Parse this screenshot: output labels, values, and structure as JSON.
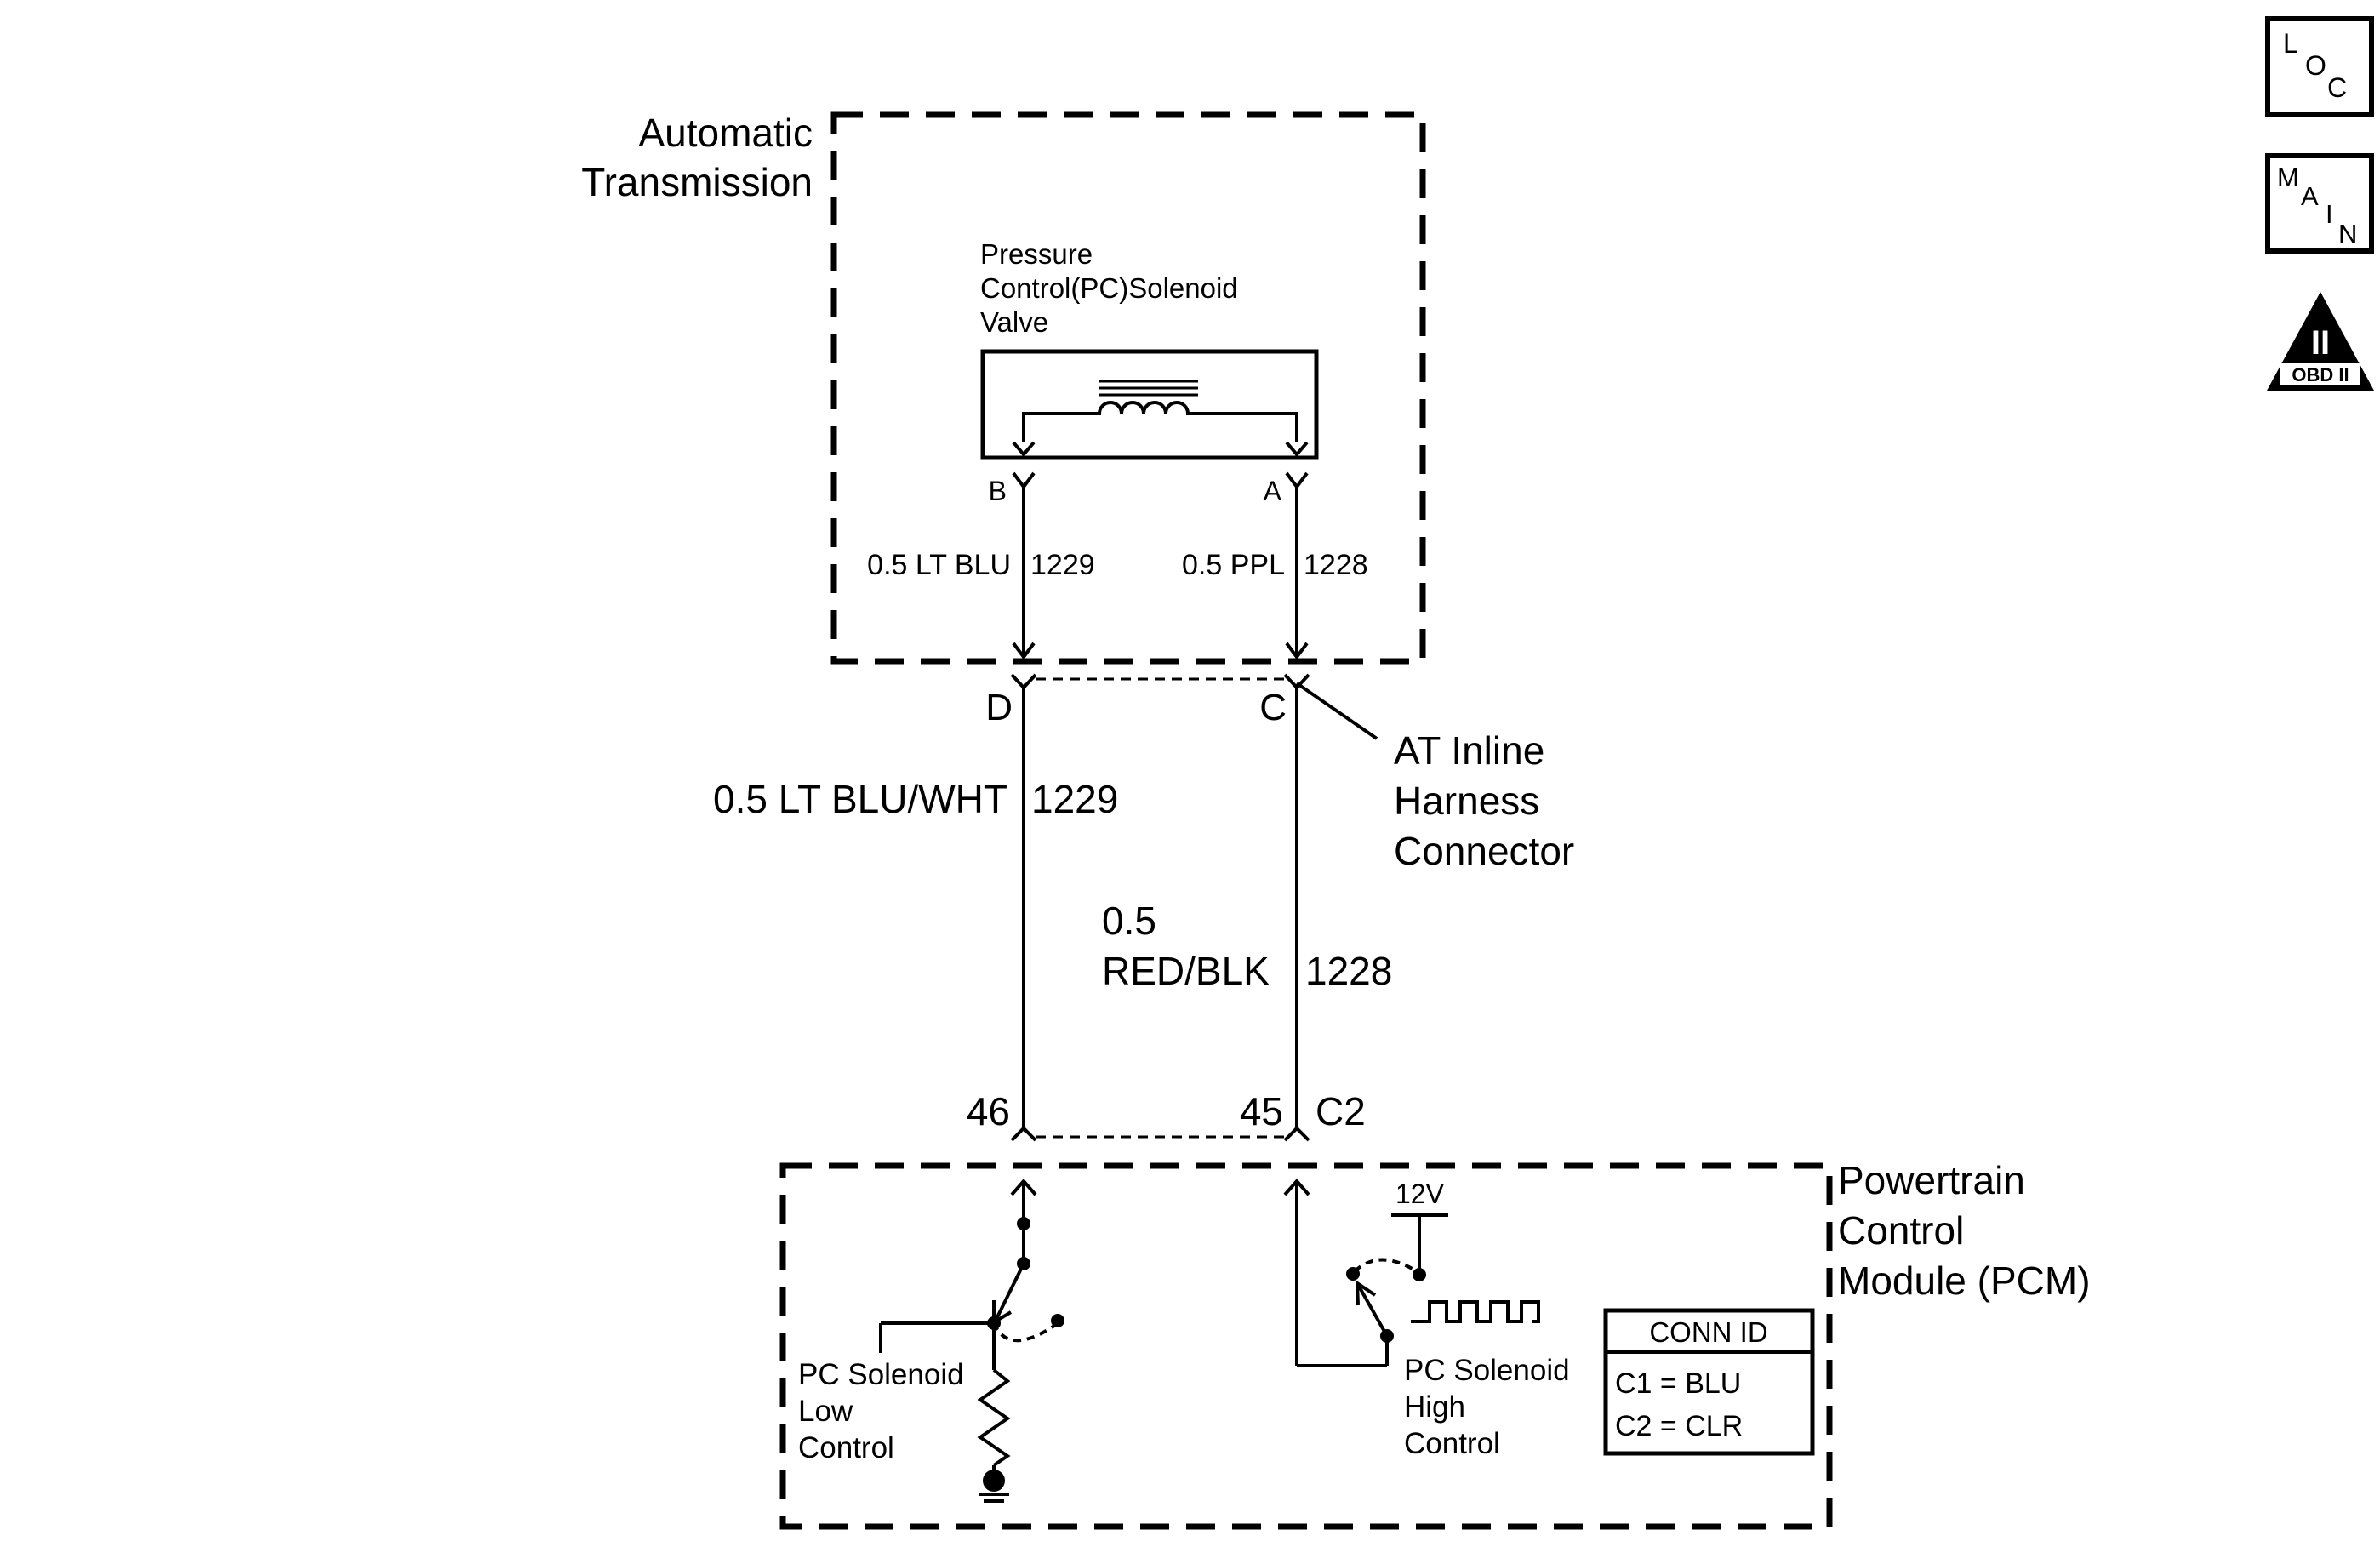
{
  "at_title": [
    "Automatic",
    "Transmission"
  ],
  "solenoid_title": [
    "Pressure",
    "Control(PC)Solenoid",
    "Valve"
  ],
  "pin_b": "B",
  "pin_a": "A",
  "wire_inner_left": "0.5 LT BLU",
  "wire_inner_left_num": "1229",
  "wire_inner_right": "0.5 PPL",
  "wire_inner_right_num": "1228",
  "pin_d": "D",
  "pin_c": "C",
  "inline_label": [
    "AT Inline",
    "Harness",
    "Connector"
  ],
  "wire_outer_left": "0.5 LT BLU/WHT",
  "wire_outer_left_num": "1229",
  "wire_outer_right": [
    "0.5",
    "RED/BLK"
  ],
  "wire_outer_right_num": "1228",
  "pin_46": "46",
  "pin_45": "45",
  "conn_c2": "C2",
  "pcm_title": [
    "Powertrain",
    "Control",
    "Module (PCM)"
  ],
  "voltage_12v": "12V",
  "low_control_label": [
    "PC Solenoid",
    "Low",
    "Control"
  ],
  "high_control_label": [
    "PC Solenoid",
    "High",
    "Control"
  ],
  "conn_id": {
    "header": "CONN ID",
    "rows": [
      "C1 = BLU",
      "C2 = CLR"
    ]
  },
  "badges": {
    "loc": [
      "L",
      "O",
      "C"
    ],
    "main": [
      "M",
      "A",
      "I",
      "N"
    ],
    "obd": {
      "numeral": "II",
      "label": "OBD II"
    }
  }
}
